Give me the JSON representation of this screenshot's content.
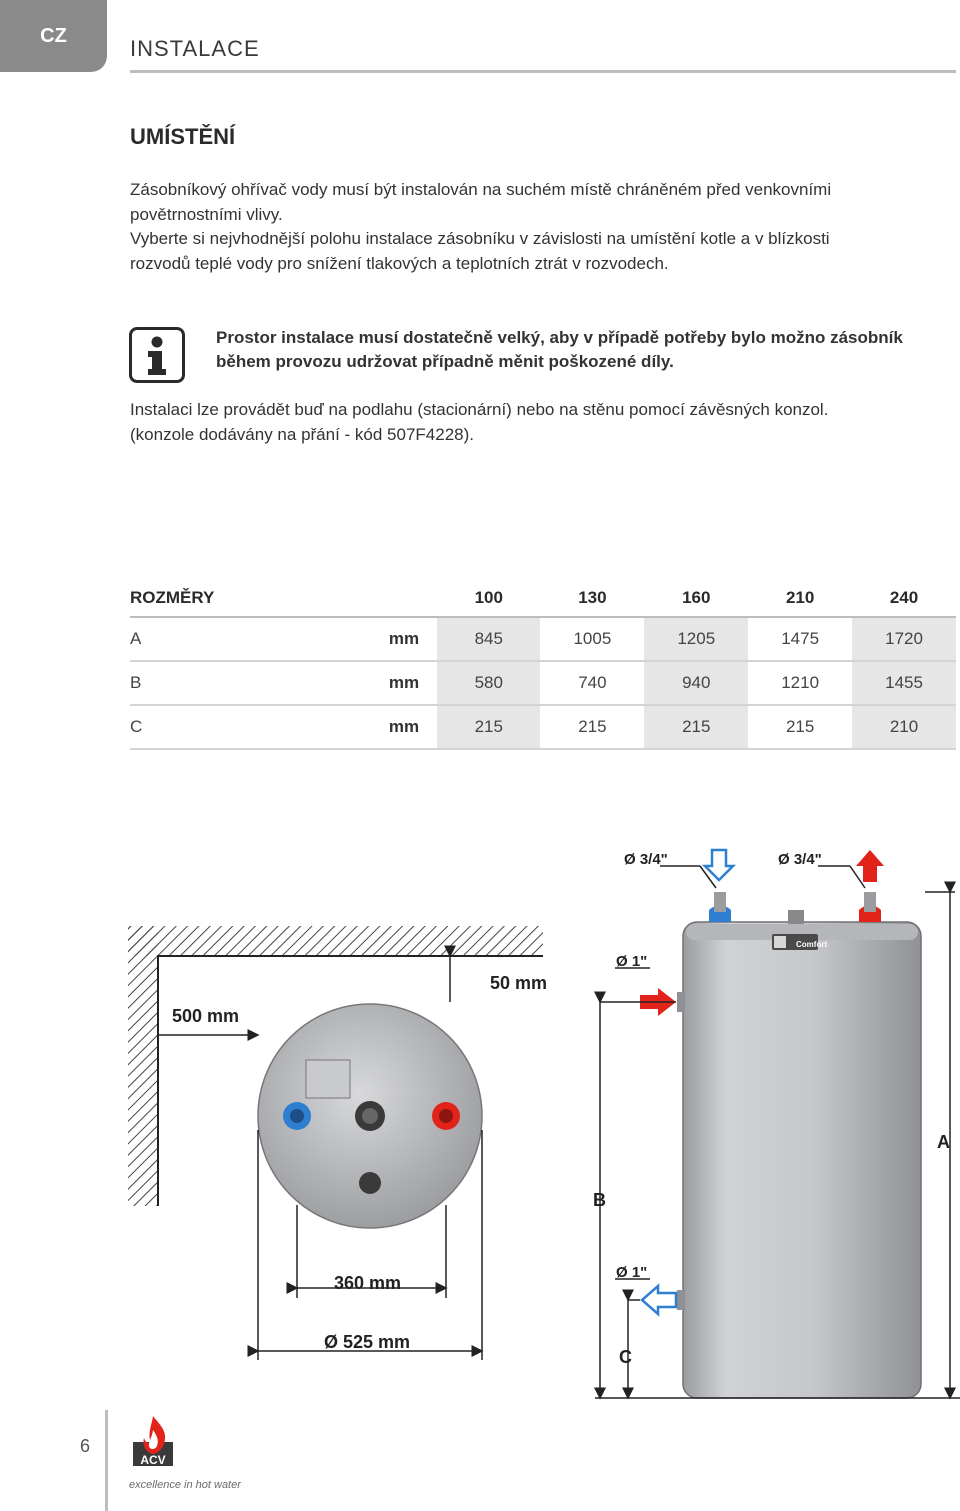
{
  "header": {
    "lang": "CZ",
    "title": "INSTALACE"
  },
  "umisteni": {
    "heading": "UMÍSTĚNÍ",
    "lines": [
      "Zásobníkový ohřívač vody musí být instalován na suchém místě chráněném před venkovními",
      "povětrnostními  vlivy.",
      "Vyberte si nejvhodnější polohu instalace zásobníku v závislosti na umístění kotle a v blízkosti",
      "rozvodů teplé vody pro snížení  tlakových a teplotních ztrát v rozvodech."
    ]
  },
  "info": {
    "icon": "info-icon",
    "lines": [
      "Prostor instalace musí dostatečně velký, aby v případě potřeby bylo možno zásobník",
      "během provozu udržovat případně měnit poškozené díly."
    ]
  },
  "instalace": {
    "lines": [
      "Instalaci lze provádět buď na podlahu (stacionární) nebo na stěnu pomocí závěsných konzol.",
      "(konzole dodávány na přání  - kód 507F4228)."
    ]
  },
  "rozmery": {
    "heading": "ROZMĚRY",
    "models": [
      "100",
      "130",
      "160",
      "210",
      "240"
    ],
    "rows": [
      {
        "label": "A",
        "unit": "mm",
        "values": [
          "845",
          "1005",
          "1205",
          "1475",
          "1720"
        ]
      },
      {
        "label": "B",
        "unit": "mm",
        "values": [
          "580",
          "740",
          "940",
          "1210",
          "1455"
        ]
      },
      {
        "label": "C",
        "unit": "mm",
        "values": [
          "215",
          "215",
          "215",
          "215",
          "210"
        ]
      }
    ]
  },
  "diagram": {
    "wall_side": "500 mm",
    "wall_top": "50 mm",
    "width_inner": "360 mm",
    "diameter": "Ø 525 mm",
    "inlet_cold_top": "Ø 3/4\"",
    "outlet_hot_top": "Ø 3/4\"",
    "side_upper": "Ø 1\"",
    "side_lower": "Ø 1\"",
    "dim_a": "A",
    "dim_b": "B",
    "dim_c": "C",
    "brand_plate": "Comfort",
    "colors": {
      "hot": "#e2231a",
      "cold": "#2f7fd0",
      "tank": "#c7c9cc"
    }
  },
  "footer": {
    "page_number": "6",
    "logo_text": "ACV",
    "slogan": "excellence in hot water"
  }
}
